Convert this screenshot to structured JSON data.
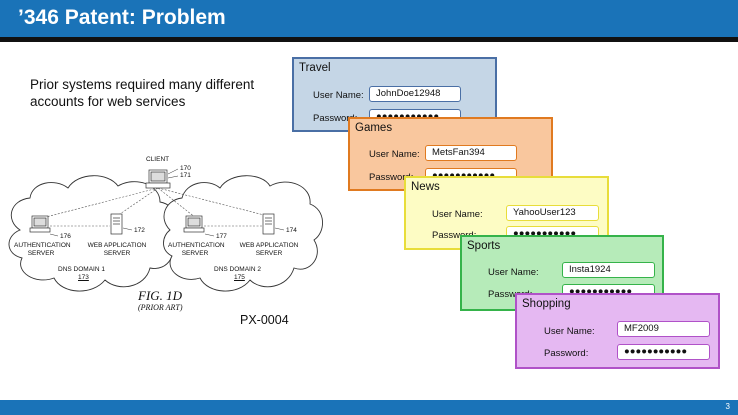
{
  "slide": {
    "title": "’346 Patent: Problem",
    "intro": "Prior systems required many different accounts for web services",
    "exhibit": "PX-0004",
    "page_number": "3",
    "colors": {
      "title_bar": "#1a73b8",
      "rule": "#111111"
    }
  },
  "figure": {
    "client_label": "CLIENT",
    "client_refs": [
      "170",
      "171"
    ],
    "domain1": {
      "auth_label": "AUTHENTICATION SERVER",
      "auth_ref": "176",
      "web_label": "WEB APPLICATION SERVER",
      "web_ref": "172",
      "name": "DNS DOMAIN 1",
      "num": "173"
    },
    "domain2": {
      "auth_label": "AUTHENTICATION SERVER",
      "auth_ref": "177",
      "web_label": "WEB APPLICATION SERVER",
      "web_ref": "174",
      "name": "DNS DOMAIN 2",
      "num": "175"
    },
    "caption": "FIG. 1D",
    "subcaption": "(PRIOR ART)"
  },
  "cards": [
    {
      "title": "Travel",
      "username_label": "User Name:",
      "username": "JohnDoe12948",
      "password_label": "Password:",
      "password": "●●●●●●●●●●●",
      "bg": "#c5d6e6",
      "border": "#4a6fa5"
    },
    {
      "title": "Games",
      "username_label": "User Name:",
      "username": "MetsFan394",
      "password_label": "Password:",
      "password": "●●●●●●●●●●●",
      "bg": "#f9c79e",
      "border": "#e07a20"
    },
    {
      "title": "News",
      "username_label": "User Name:",
      "username": "YahooUser123",
      "password_label": "Password:",
      "password": "●●●●●●●●●●●",
      "bg": "#fdfcc4",
      "border": "#e8dd3a"
    },
    {
      "title": "Sports",
      "username_label": "User Name:",
      "username": "Insta1924",
      "password_label": "Password:",
      "password": "●●●●●●●●●●●",
      "bg": "#b6ebb9",
      "border": "#35b34a"
    },
    {
      "title": "Shopping",
      "username_label": "User Name:",
      "username": "MF2009",
      "password_label": "Password:",
      "password": "●●●●●●●●●●●",
      "bg": "#e5b8f2",
      "border": "#b052c8"
    }
  ]
}
